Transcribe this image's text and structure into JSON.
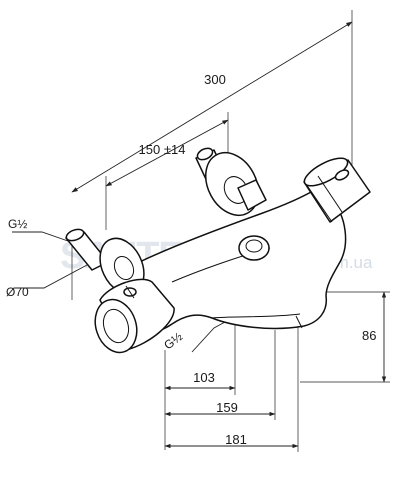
{
  "dimensions": {
    "overall_width": "300",
    "connection_spacing": "150 ±14",
    "inlet_thread": "G½",
    "escutcheon_diameter": "Ø70",
    "outlet_thread": "G½",
    "spout_offset_1": "103",
    "spout_offset_2": "159",
    "spout_offset_3": "181",
    "height": "86"
  },
  "watermark": {
    "main": "SANTEHCLUB",
    "suffix": ".com.ua"
  }
}
